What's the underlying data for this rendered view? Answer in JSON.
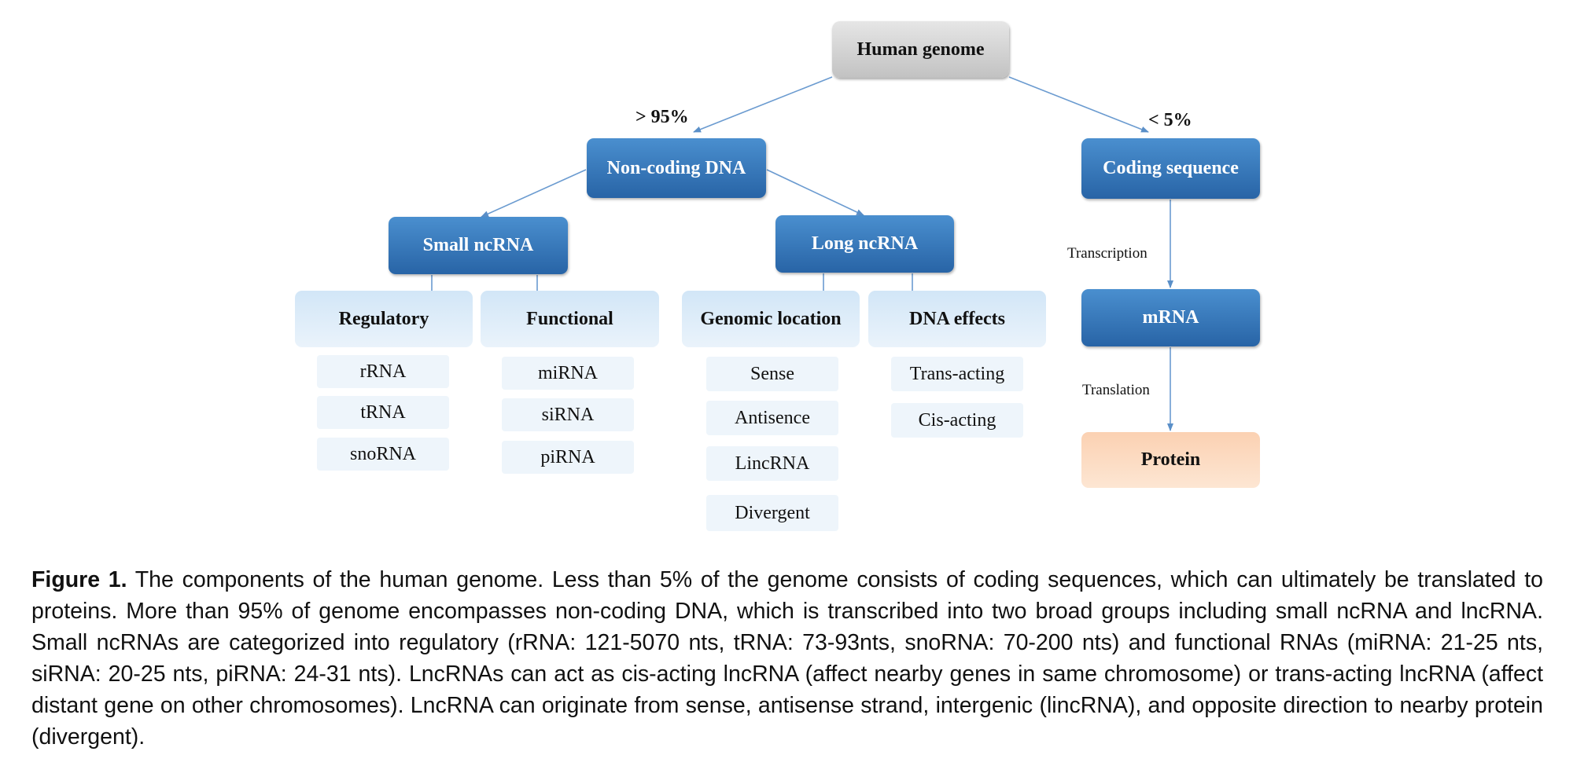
{
  "diagram": {
    "root": "Human genome",
    "branch_left_pct": "> 95%",
    "branch_right_pct": "< 5%",
    "noncoding": "Non-coding DNA",
    "coding": "Coding sequence",
    "small_ncrna": "Small ncRNA",
    "long_ncrna": "Long ncRNA",
    "regulatory": "Regulatory",
    "functional": "Functional",
    "genomic_location": "Genomic location",
    "dna_effects": "DNA effects",
    "regulatory_items": [
      "rRNA",
      "tRNA",
      "snoRNA"
    ],
    "functional_items": [
      "miRNA",
      "siRNA",
      "piRNA"
    ],
    "genomic_items": [
      "Sense",
      "Antisence",
      "LincRNA",
      "Divergent"
    ],
    "dna_effect_items": [
      "Trans-acting",
      "Cis-acting"
    ],
    "transcription": "Transcription",
    "mrna": "mRNA",
    "translation": "Translation",
    "protein": "Protein"
  },
  "caption": {
    "label": "Figure 1.",
    "text": " The components of the human genome. Less than 5% of the genome consists of coding sequences, which can ultimately be translated to proteins. More than 95% of genome encompasses non-coding DNA, which is transcribed into two broad groups including small ncRNA and lncRNA. Small ncRNAs are categorized into regulatory (rRNA: 121-5070 nts, tRNA: 73-93nts, snoRNA: 70-200 nts) and functional RNAs (miRNA: 21-25 nts, siRNA: 20-25 nts, piRNA: 24-31 nts). LncRNAs can act as cis-acting lncRNA (affect nearby genes in same chromosome) or trans-acting lncRNA (affect distant gene on other chromosomes). LncRNA can originate from sense, antisense strand, intergenic (lincRNA), and opposite direction to nearby protein (divergent)."
  }
}
